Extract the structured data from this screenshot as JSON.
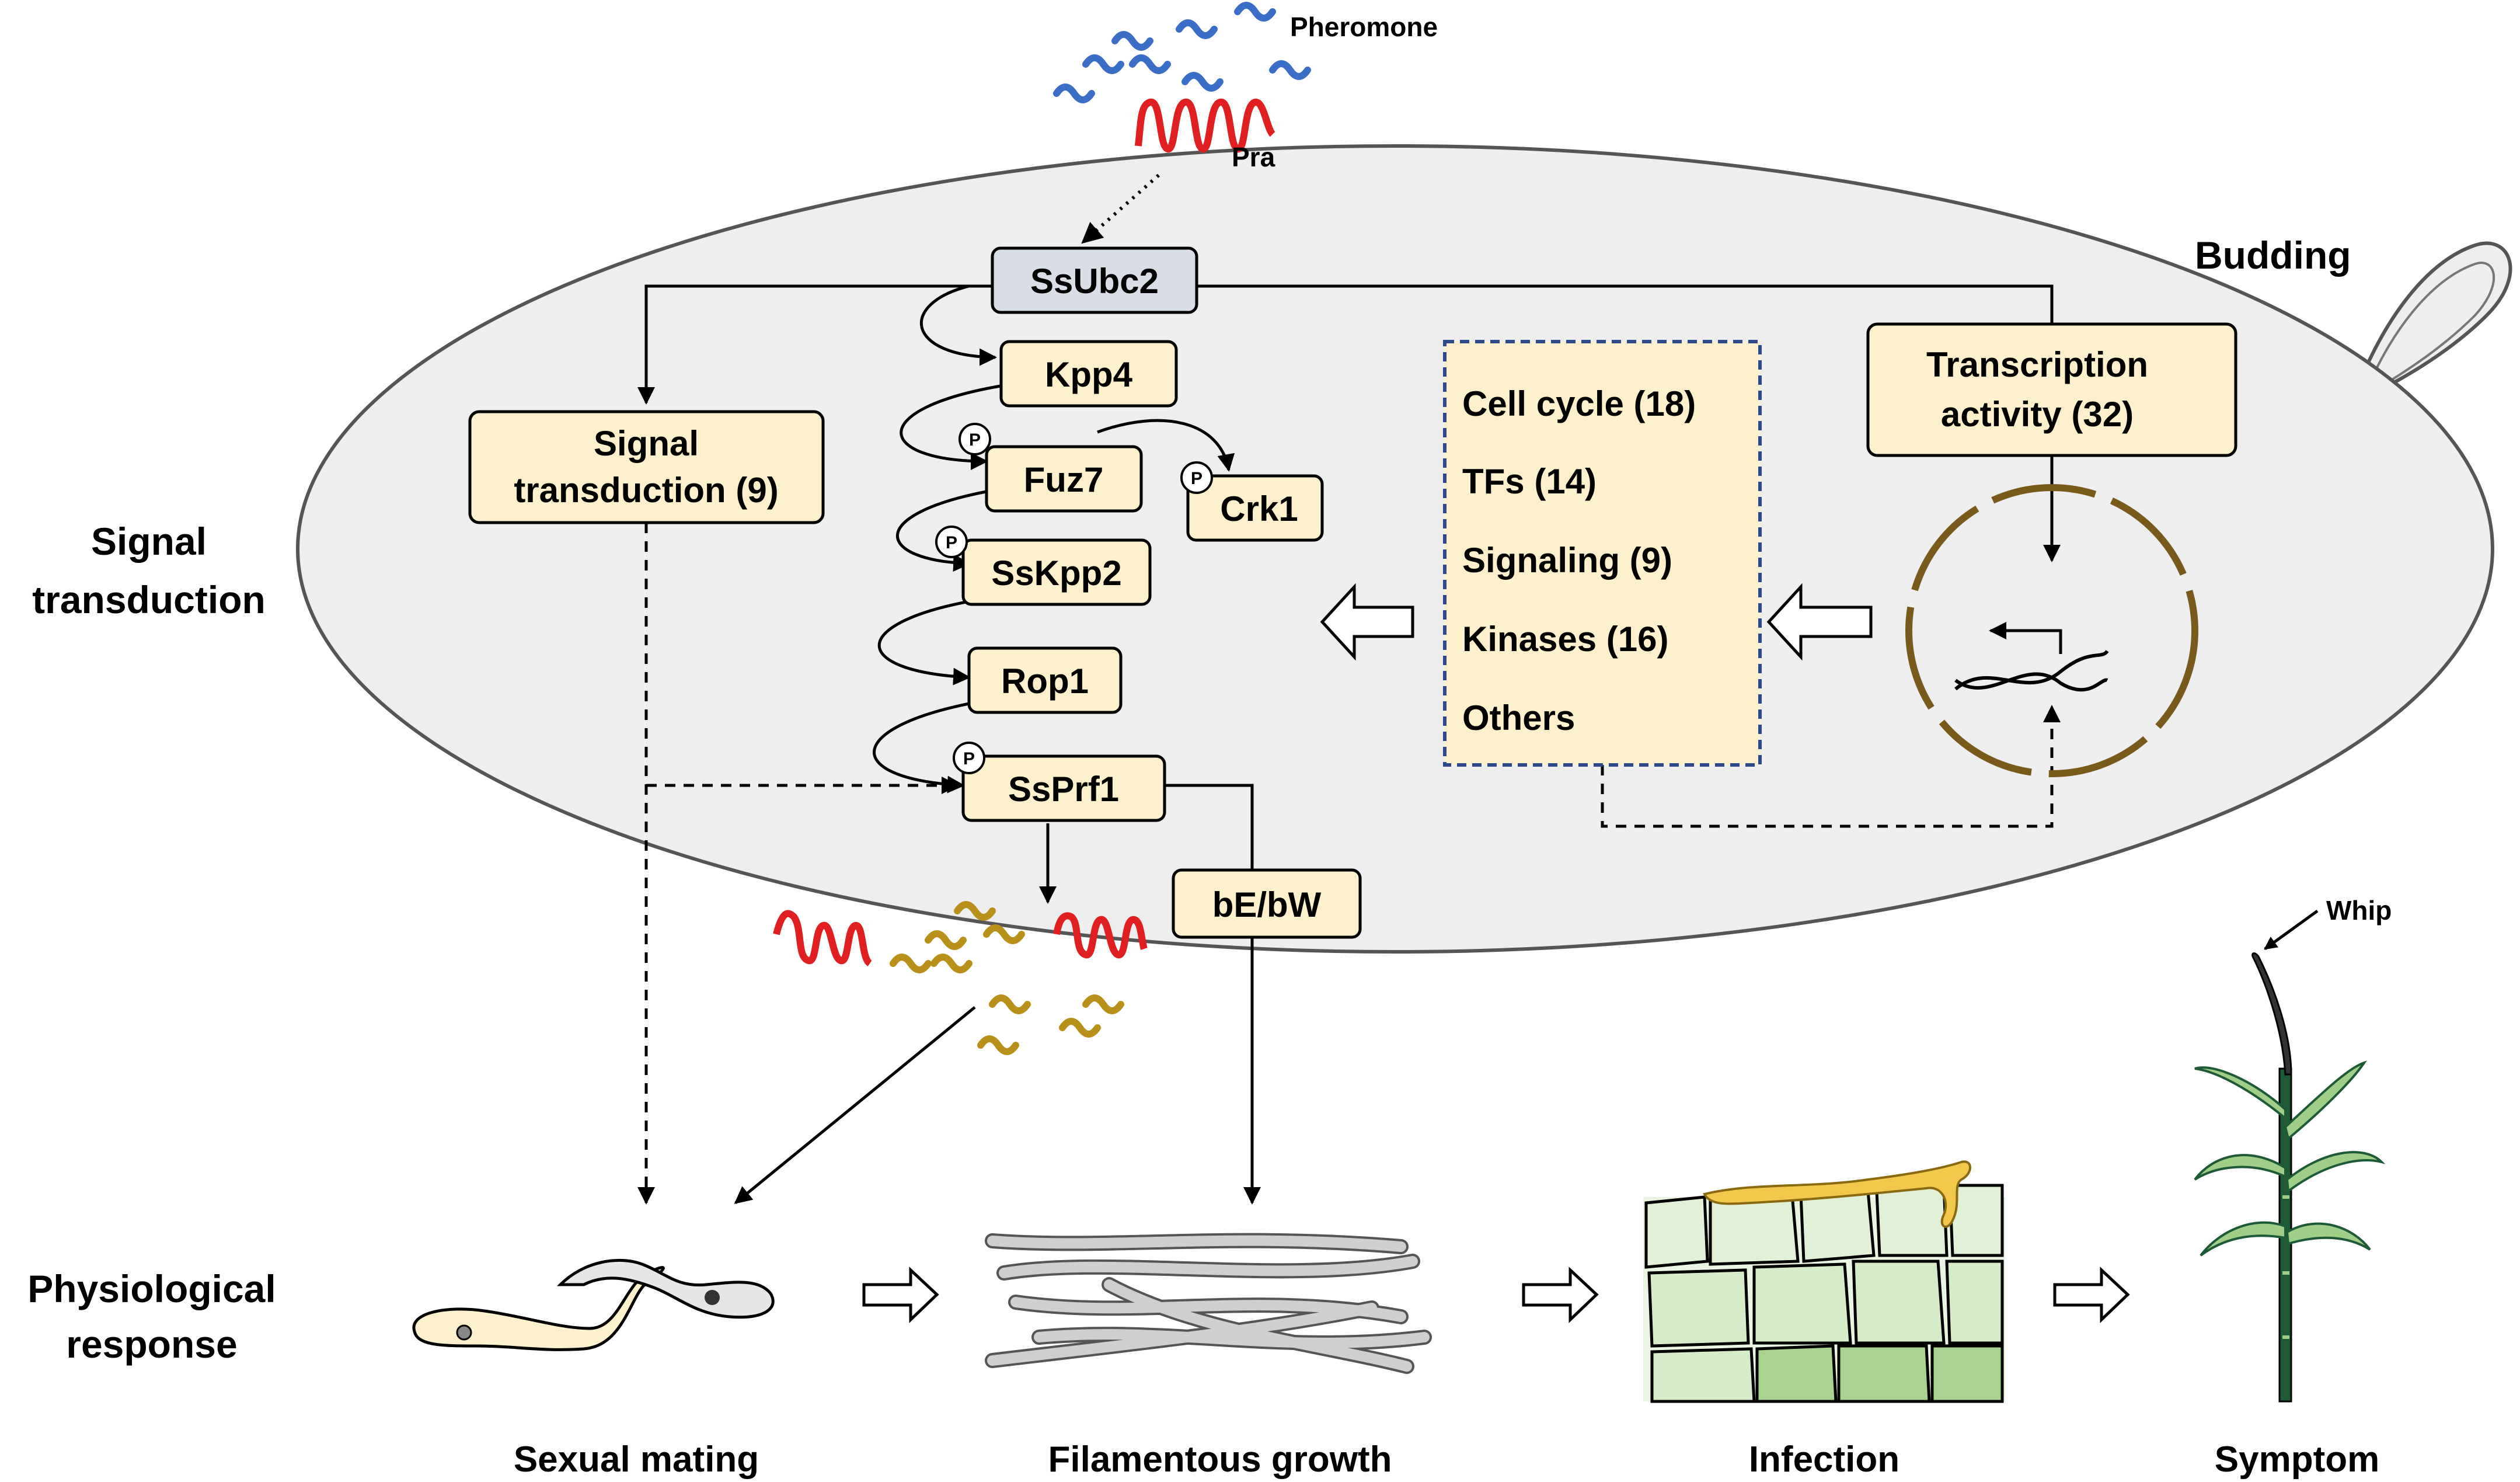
{
  "labels": {
    "pheromone": "Pheromone",
    "pra": "Pra",
    "budding": "Budding",
    "whip": "Whip",
    "signal_transduction_l1": "Signal",
    "signal_transduction_l2": "transduction",
    "physiological_l1": "Physiological",
    "physiological_l2": "response",
    "phospho": "P"
  },
  "nodes": {
    "ssubc2": "SsUbc2",
    "kpp4": "Kpp4",
    "fuz7": "Fuz7",
    "crk1": "Crk1",
    "sskpp2": "SsKpp2",
    "rop1": "Rop1",
    "ssprf1": "SsPrf1",
    "be_bw": "bE/bW",
    "signal_box_l1": "Signal",
    "signal_box_l2": "transduction (9)",
    "transcription_l1": "Transcription",
    "transcription_l2": "activity (32)"
  },
  "categories": [
    "Cell cycle (18)",
    "TFs (14)",
    "Signaling (9)",
    "Kinases (16)",
    "Others"
  ],
  "stages": [
    "Sexual mating",
    "Filamentous growth",
    "Infection",
    "Symptom"
  ],
  "colors": {
    "cell_fill": "#eeeeee",
    "box_fill": "#fdf0cc",
    "ubc_fill": "#d9dde5",
    "dashed_border": "#2e4a8c",
    "pheromone": "#3b6fc7",
    "receptor": "#e02020",
    "mating_pheromone": "#b8901a",
    "nucleus": "#7a5a1a",
    "hyphae": "#cfcfcf",
    "fungus": "#f2c84b",
    "leaf": "#9fcf86",
    "stem": "#1d5a36"
  }
}
